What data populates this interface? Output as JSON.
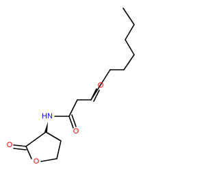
{
  "molecule": {
    "atoms": {
      "keto_o": "O",
      "amide_o": "O",
      "amide_n": "HN",
      "lactone_o_exo": "O",
      "ring_o": "O"
    },
    "colors": {
      "bond": "#000000",
      "oxygen": "#ff0000",
      "nitrogen": "#0000ff"
    }
  }
}
